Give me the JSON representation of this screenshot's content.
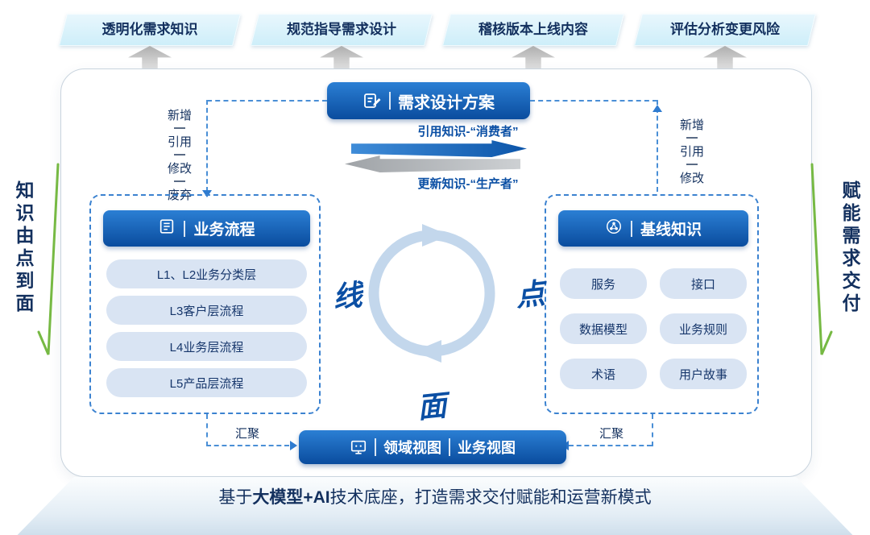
{
  "top_banners": [
    "透明化需求知识",
    "规范指导需求设计",
    "稽核版本上线内容",
    "评估分析变更风险"
  ],
  "panel": {
    "title": {
      "icon": "edit-document-icon",
      "label": "需求设计方案"
    },
    "flows": {
      "consume": "引用知识-“消费者”",
      "produce": "更新知识-“生产者”"
    },
    "left_connector_labels": [
      "新增",
      "引用",
      "修改",
      "废弃"
    ],
    "right_connector_labels": [
      "新增",
      "引用",
      "修改"
    ],
    "process_box": {
      "icon": "book-lines-icon",
      "title": "业务流程",
      "items": [
        "L1、L2业务分类层",
        "L3客户层流程",
        "L4业务层流程",
        "L5产品层流程"
      ]
    },
    "knowledge_box": {
      "icon": "network-circle-icon",
      "title": "基线知识",
      "items": [
        "服务",
        "接口",
        "数据模型",
        "业务规则",
        "术语",
        "用户故事"
      ]
    },
    "cycle_labels": {
      "line": "线",
      "point": "点",
      "surface": "面"
    },
    "views_pill": {
      "icon": "monitor-icon",
      "left": "领域视图",
      "right": "业务视图"
    },
    "converge_left": "汇聚",
    "converge_right": "汇聚"
  },
  "side_labels": {
    "left": "知识由点到面",
    "right": "赋能需求交付"
  },
  "footer": {
    "prefix": "基于",
    "highlight": "大模型+AI",
    "suffix": "技术底座，打造需求交付赋能和运营新模式"
  },
  "colors": {
    "primary_blue": "#0b51a5",
    "light_blue_pill": "#d9e4f3",
    "banner_blue": "#cdeef9",
    "dashed_blue": "#3b82d0",
    "green_accent": "#76b943",
    "dark_navy_text": "#13305e",
    "gray_arrow": "#c4c4c4"
  }
}
